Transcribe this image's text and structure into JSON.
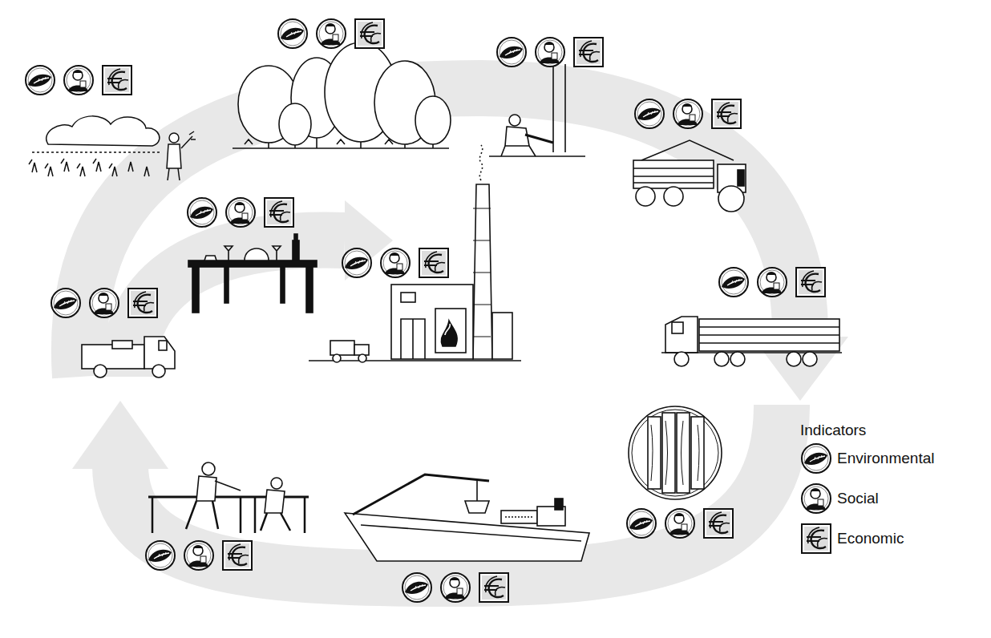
{
  "diagram": {
    "labels": [
      "Indicators"
    ],
    "legend": [
      {
        "text": "Environmental"
      },
      {
        "text": "Social"
      },
      {
        "text": "Economic"
      }
    ]
  }
}
